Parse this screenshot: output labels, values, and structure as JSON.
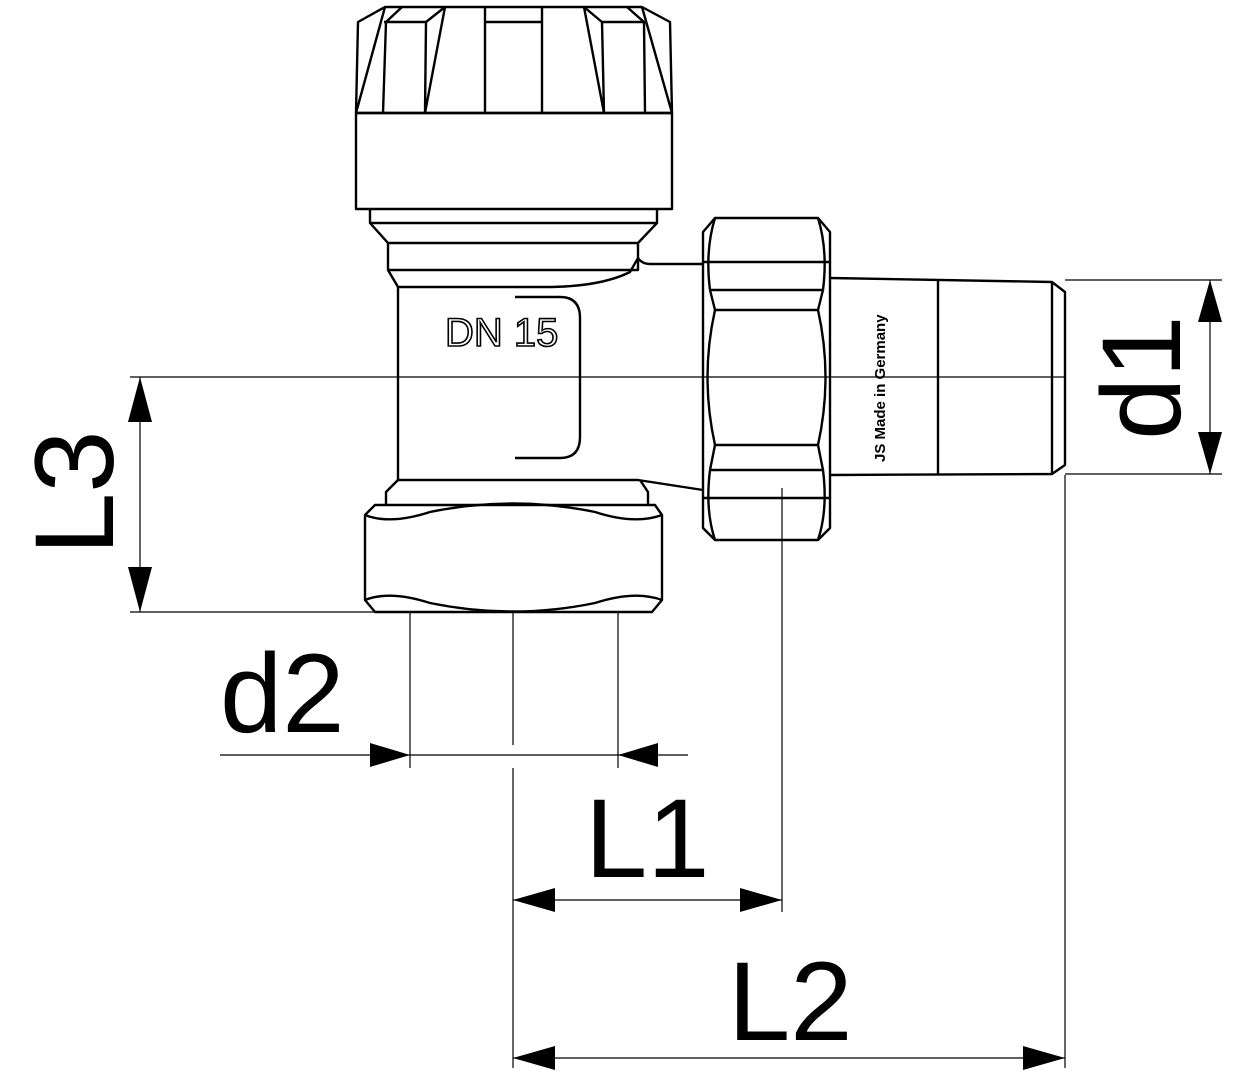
{
  "drawing": {
    "body_marking": "DN 15",
    "tail_marking": "JS Made in Germany",
    "dimensions": {
      "l1": "L1",
      "l2": "L2",
      "l3": "L3",
      "d1": "d1",
      "d2": "d2"
    }
  }
}
